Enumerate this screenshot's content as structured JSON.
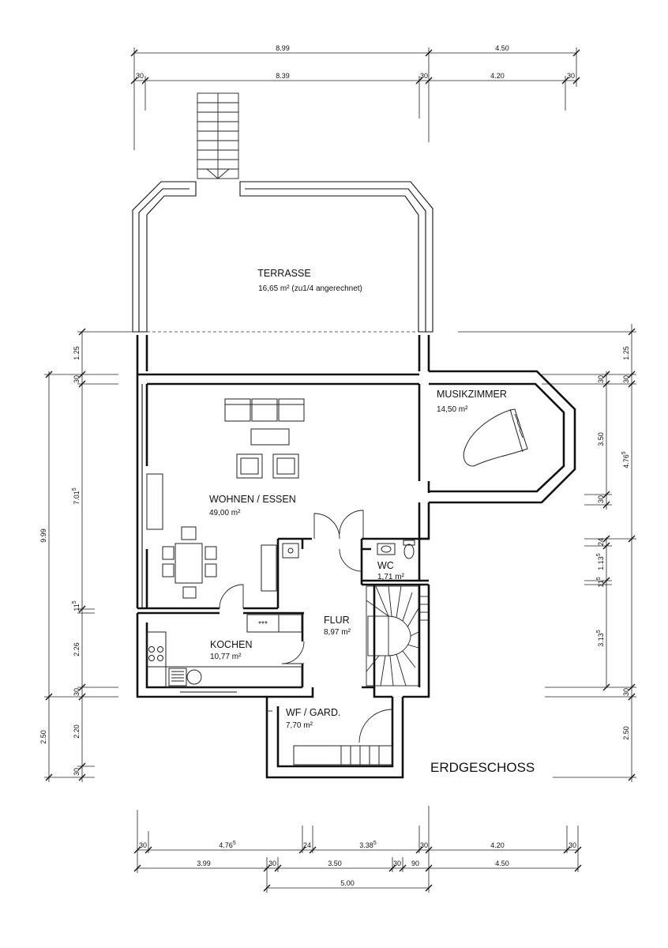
{
  "plan_title": "ERDGESCHOSS",
  "rooms": {
    "terrasse": {
      "name": "TERRASSE",
      "area": "16,65 m² (zu1/4 angerechnet)"
    },
    "musikzimmer": {
      "name": "MUSIKZIMMER",
      "area": "14,50 m²"
    },
    "wohnen": {
      "name": "WOHNEN / ESSEN",
      "area": "49,00 m²"
    },
    "wc": {
      "name": "WC",
      "area": "1,71 m²"
    },
    "flur": {
      "name": "FLUR",
      "area": "8,97 m²"
    },
    "kochen": {
      "name": "KOCHEN",
      "area": "10,77 m²"
    },
    "wf": {
      "name": "WF / GARD.",
      "area": "7,70 m²"
    },
    "stove_mark": "***"
  },
  "dims": {
    "top_row1": [
      "8.99",
      "4.50"
    ],
    "top_row2": [
      "30",
      "8.39",
      "30",
      "4.20",
      "30"
    ],
    "bottom_row1": [
      "30",
      "4.76",
      "5",
      "24",
      "3.38",
      "5",
      "30",
      "4.20",
      "30"
    ],
    "bottom_row2": [
      "3.99",
      "30",
      "3.50",
      "30",
      "90",
      "4.50"
    ],
    "bottom_row3": [
      "5.00"
    ],
    "left_outer": [
      "9.99",
      "2.50"
    ],
    "left_inner": [
      "1.25",
      "30",
      "7.01",
      "5",
      "11",
      "5",
      "2.26",
      "30",
      "2.20",
      "30"
    ],
    "right_inner": [
      "30",
      "3.50",
      "30",
      "24",
      "1.13",
      "5",
      "11",
      "5",
      "3.13",
      "5"
    ],
    "right_outer": [
      "1.25",
      "30",
      "4.76",
      "5",
      "30",
      "2.50"
    ]
  }
}
